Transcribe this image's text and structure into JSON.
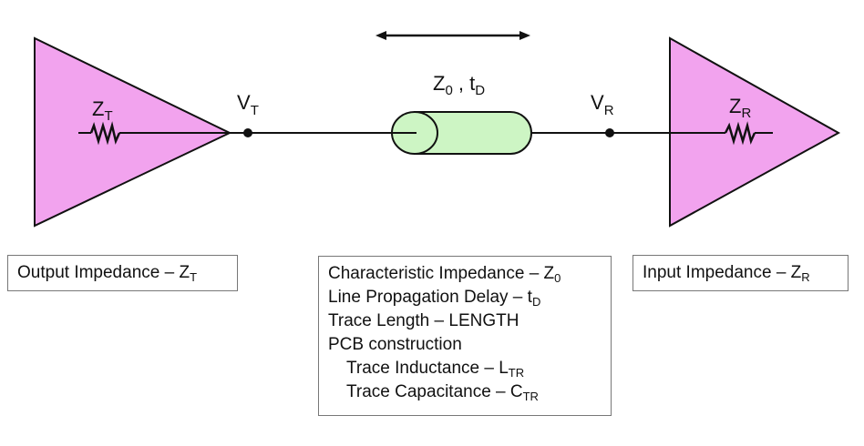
{
  "diagram": {
    "driver": {
      "impedance_symbol": "Z",
      "impedance_sub": "T",
      "node_symbol": "V",
      "node_sub": "T"
    },
    "receiver": {
      "impedance_symbol": "Z",
      "impedance_sub": "R",
      "node_symbol": "V",
      "node_sub": "R"
    },
    "line": {
      "label_z": "Z",
      "label_z_sub": "0",
      "separator": " , ",
      "label_t": "t",
      "label_t_sub": "D"
    },
    "colors": {
      "amplifier_fill": "#f2a3ee",
      "line_fill": "#cdf5c4",
      "stroke": "#111111"
    }
  },
  "boxes": {
    "output": {
      "text": "Output Impedance – Z",
      "sub": "T"
    },
    "input": {
      "text": "Input Impedance – Z",
      "sub": "R"
    },
    "characteristics": [
      {
        "text": "Characteristic Impedance – Z",
        "sub": "0"
      },
      {
        "text": "Line Propagation Delay – t",
        "sub": "D"
      },
      {
        "text": "Trace Length – LENGTH",
        "sub": ""
      },
      {
        "text": "PCB construction",
        "sub": ""
      },
      {
        "text": "Trace Inductance – L",
        "sub": "TR"
      },
      {
        "text": "Trace Capacitance – C",
        "sub": "TR"
      }
    ]
  }
}
